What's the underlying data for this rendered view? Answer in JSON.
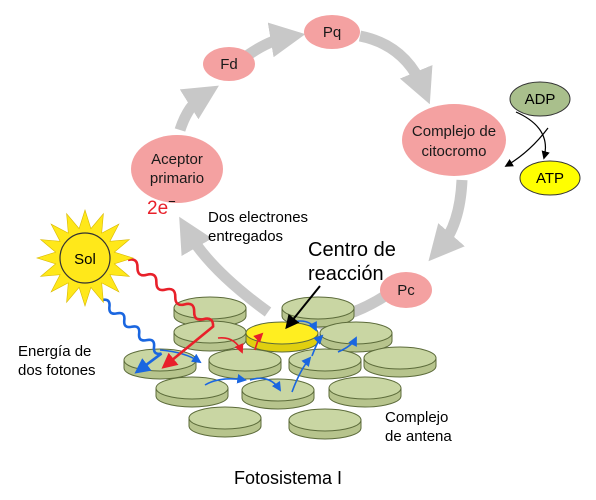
{
  "diagram": {
    "title": "Fotosistema I",
    "nodes": {
      "pq": "Pq",
      "fd": "Fd",
      "aceptor_line1": "Aceptor",
      "aceptor_line2": "primario",
      "complejo_line1": "Complejo de",
      "complejo_line2": "citocromo",
      "pc": "Pc",
      "adp": "ADP",
      "atp": "ATP",
      "sol": "Sol"
    },
    "labels": {
      "two_e": "2e",
      "two_e_sup": "−",
      "dos_electrones_line1": "Dos electrones",
      "dos_electrones_line2": "entregados",
      "centro_line1": "Centro de",
      "centro_line2": "reacción",
      "energia_line1": "Energía de",
      "energia_line2": "dos fotones",
      "antena_line1": "Complejo",
      "antena_line2": "de antena"
    },
    "colors": {
      "node_fill": "#f4a1a1",
      "atp_fill": "#ffff00",
      "adp_fill": "#a9bf8c",
      "sun_fill": "#ffe81a",
      "disc_fill": "#c9d6a3",
      "disc_edge": "#5c6b3a",
      "reaction_center": "#ffee20",
      "cycle_arrow": "#c8c8c8",
      "photon_red": "#e8202a",
      "photon_blue": "#1a66e0",
      "electron_red": "#e8202a"
    }
  }
}
